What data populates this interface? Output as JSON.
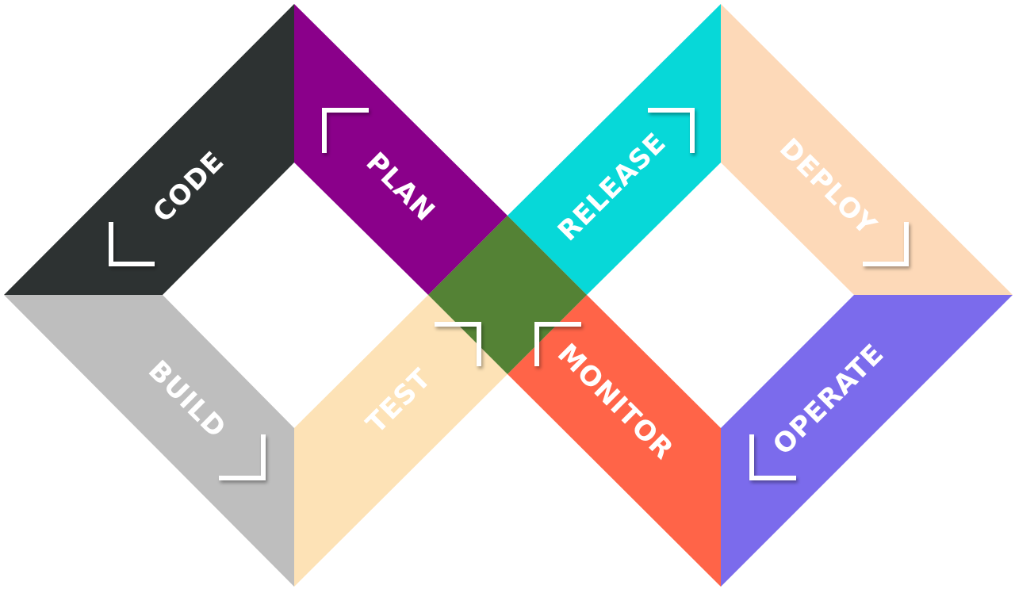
{
  "stages": [
    {
      "id": "code",
      "label": "CODE",
      "color": "#2d3232"
    },
    {
      "id": "plan",
      "label": "PLAN",
      "color": "#8a008a"
    },
    {
      "id": "release",
      "label": "RELEASE",
      "color": "#07d8d8"
    },
    {
      "id": "deploy",
      "label": "DEPLOY",
      "color": "#fdd9b8"
    },
    {
      "id": "operate",
      "label": "OPERATE",
      "color": "#7b6bec"
    },
    {
      "id": "monitor",
      "label": "MONITOR",
      "color": "#ff6448"
    },
    {
      "id": "test",
      "label": "TEST",
      "color": "#fde2b6"
    },
    {
      "id": "build",
      "label": "BUILD",
      "color": "#bebebe"
    }
  ],
  "crossing_color": "#548235",
  "text_color": "#ffffff",
  "bracket_color": "#ffffff"
}
